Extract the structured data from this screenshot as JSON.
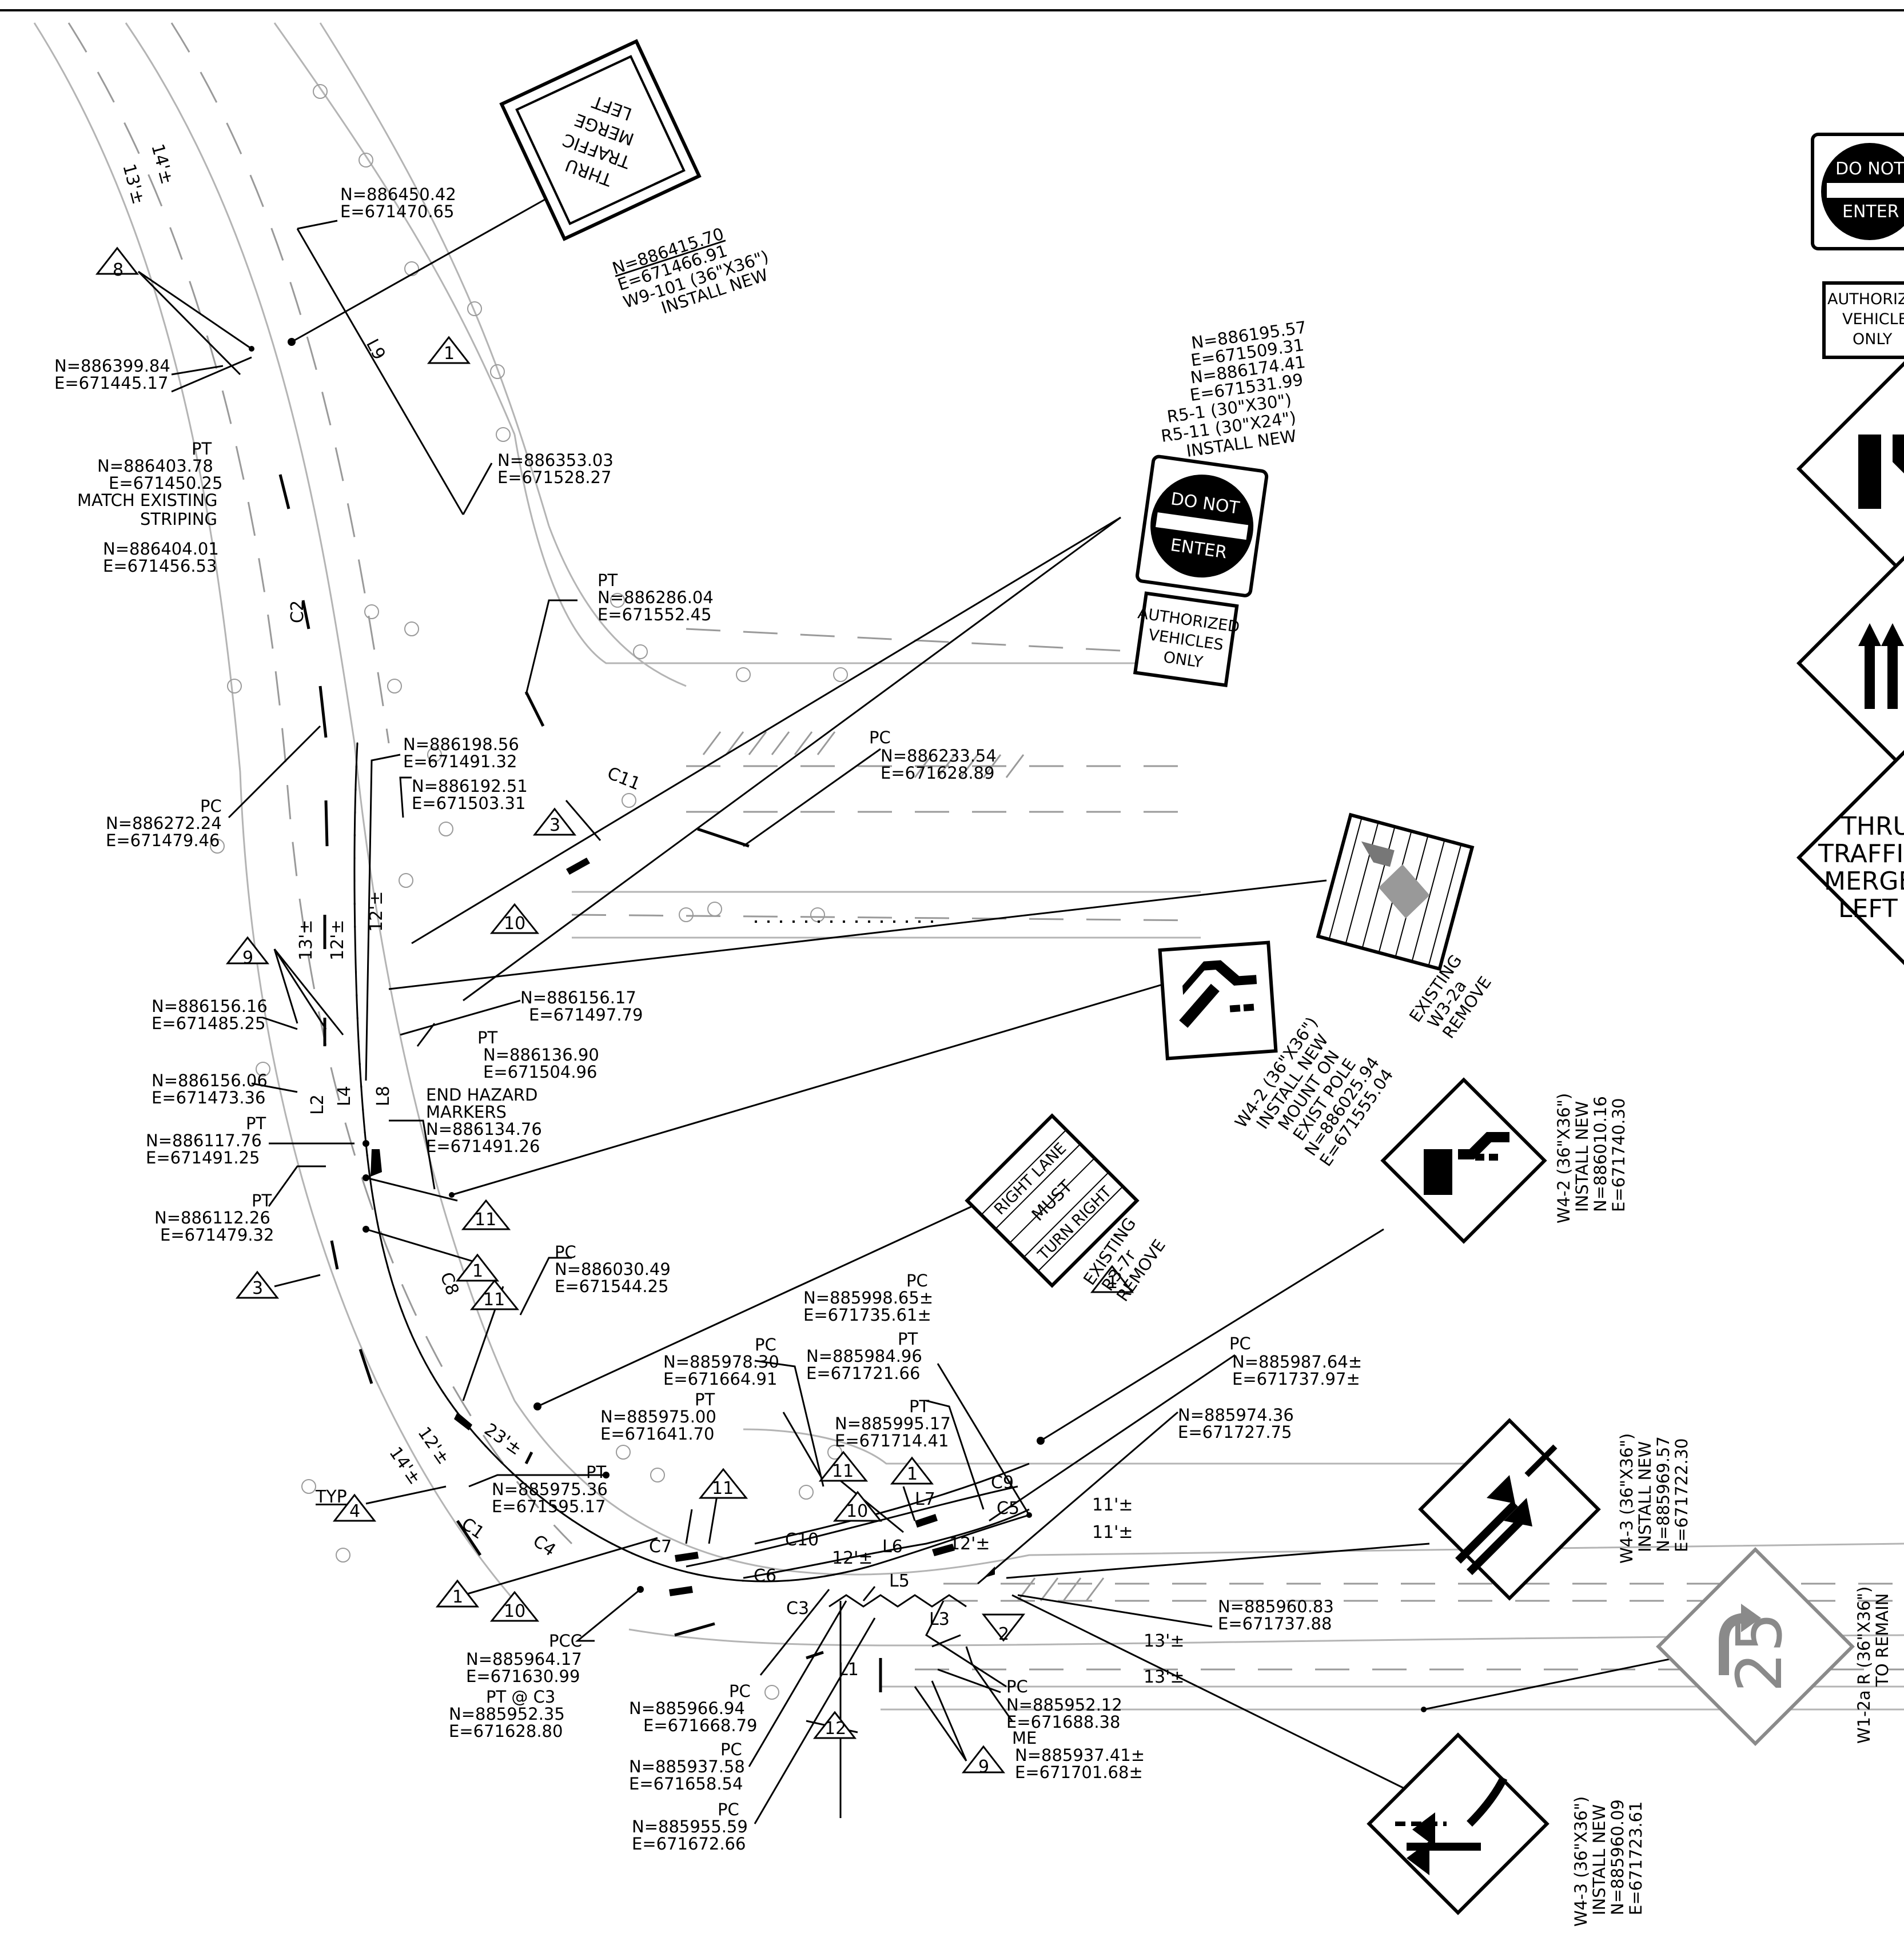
{
  "coords": {
    "c01": [
      "N=886450.42",
      "E=671470.65"
    ],
    "c02": [
      "N=886415.70",
      "E=671466.91",
      "W9-101 (36\"X36\")",
      "INSTALL NEW"
    ],
    "c03": [
      "N=886399.84",
      "E=671445.17"
    ],
    "c04": [
      "PT",
      "N=886403.78",
      "E=671450.25",
      "MATCH EXISTING",
      "STRIPING"
    ],
    "c05": [
      "N=886404.01",
      "E=671456.53"
    ],
    "c06": [
      "N=886353.03",
      "E=671528.27"
    ],
    "c07": [
      "N=886195.57",
      "E=671509.31",
      "N=886174.41",
      "E=671531.99",
      "R5-1 (30\"X30\")",
      "R5-11 (30\"X24\")",
      "INSTALL NEW"
    ],
    "c08": [
      "PT",
      "N=886286.04",
      "E=671552.45"
    ],
    "c09": [
      "N=886198.56",
      "E=671491.32"
    ],
    "c10": [
      "N=886192.51",
      "E=671503.31"
    ],
    "c11": [
      "PC",
      "N=886233.54",
      "E=671628.89"
    ],
    "c12": [
      "PC",
      "N=886272.24",
      "E=671479.46"
    ],
    "c13": [
      "N=886156.16",
      "E=671485.25"
    ],
    "c14": [
      "N=886156.17",
      "E=671497.79"
    ],
    "c15": [
      "PT",
      "N=886136.90",
      "E=671504.96"
    ],
    "c16": [
      "N=886156.06",
      "E=671473.36"
    ],
    "c17": [
      "END HAZARD",
      "MARKERS",
      "N=886134.76",
      "E=671491.26"
    ],
    "c18": [
      "PT",
      "N=886117.76",
      "E=671491.25"
    ],
    "c19": [
      "PT",
      "N=886112.26",
      "E=671479.32"
    ],
    "c20": [
      "PC",
      "N=886030.49",
      "E=671544.25"
    ],
    "c21": [
      "W4-2 (36\"X36\")",
      "INSTALL NEW",
      "MOUNT ON",
      "EXIST POLE",
      "N=886025.94",
      "E=671555.04"
    ],
    "c22": [
      "EXISTING",
      "W3-2a",
      "REMOVE"
    ],
    "c23": [
      "EXISTING",
      "R3-7r",
      "REMOVE"
    ],
    "c24": [
      "W4-2 (36\"X36\")",
      "INSTALL NEW",
      "N=886010.16",
      "E=671740.30"
    ],
    "c25": [
      "PC",
      "N=885998.65±",
      "E=671735.61±"
    ],
    "c26": [
      "PC",
      "N=885978.30",
      "E=671664.91"
    ],
    "c27": [
      "PT",
      "N=885984.96",
      "E=671721.66"
    ],
    "c28": [
      "PT",
      "N=885975.00",
      "E=671641.70"
    ],
    "c29": [
      "PT",
      "N=885995.17",
      "E=671714.41"
    ],
    "c30": [
      "PC",
      "N=885987.64±",
      "E=671737.97±"
    ],
    "c31": [
      "N=885974.36",
      "E=671727.75"
    ],
    "c32": [
      "PT",
      "N=885975.36",
      "E=671595.17"
    ],
    "c33": [
      "W4-3 (36\"X36\")",
      "INSTALL NEW",
      "N=885969.57",
      "E=671722.30"
    ],
    "c34": [
      "N=885960.83",
      "E=671737.88"
    ],
    "c35": [
      "PCC",
      "N=885964.17",
      "E=671630.99"
    ],
    "c36": [
      "PT @ C3",
      "N=885952.35",
      "E=671628.80"
    ],
    "c37": [
      "PC",
      "N=885966.94",
      "E=671668.79"
    ],
    "c38": [
      "PC",
      "N=885952.12",
      "E=671688.38"
    ],
    "c39": [
      "ME",
      "N=885937.41±",
      "E=671701.68±"
    ],
    "c40": [
      "PC",
      "N=885937.58",
      "E=671658.54"
    ],
    "c41": [
      "PC",
      "N=885955.59",
      "E=671672.66"
    ],
    "c42": [
      "W1-2a R (36\"X36\")",
      "TO REMAIN"
    ],
    "c43": [
      "W4-3 (36\"X36\")",
      "INSTALL NEW",
      "N=885960.09",
      "E=671723.61"
    ]
  },
  "tags": {
    "t1a": "1",
    "t1b": "1",
    "t1c": "1",
    "t1d": "1",
    "t1e": "1",
    "t2": "2",
    "t3a": "3",
    "t3b": "3",
    "t4": "4",
    "t8": "8",
    "t9a": "9",
    "t9b": "9",
    "t10a": "10",
    "t10b": "10",
    "t10c": "10",
    "t11a": "11",
    "t11b": "11",
    "t11c": "11",
    "t11d": "11",
    "t12": "12",
    "typ": "TYP"
  },
  "curves": {
    "L9": "L9",
    "C2": "C2",
    "C11": "C11",
    "L2": "L2",
    "L4": "L4",
    "L8": "L8",
    "C8": "C8",
    "C1": "C1",
    "C4": "C4",
    "C7": "C7",
    "C6": "C6",
    "C10": "C10",
    "C3": "C3",
    "L5": "L5",
    "L6": "L6",
    "L7": "L7",
    "C9": "C9",
    "C5": "C5",
    "L3": "L3",
    "L1": "L1"
  },
  "widths": {
    "w14a": "14'±",
    "w13a": "13'±",
    "w13b": "13'±",
    "w12a": "12'±",
    "w12b": "12'±",
    "w12c": "12'±",
    "w14b": "14'±",
    "w23": "23'±",
    "w12d": "12'±",
    "w12e": "12'±",
    "w11a": "11'±",
    "w11b": "11'±",
    "w13c": "13'±",
    "w13d": "13'±"
  },
  "signs": {
    "thru": [
      "THRU",
      "TRAFFIC",
      "MERGE",
      "LEFT"
    ],
    "do_not": "DO NOT",
    "enter": "ENTER",
    "auth": [
      "AUTHORIZED",
      "VEHICLES",
      "ONLY"
    ],
    "legend_auth": [
      "AUTHORIZED",
      "VEHICLES",
      "ONLY"
    ],
    "legend_thru": [
      "THRU",
      "TRAFFIC",
      "MERGE",
      "LEFT"
    ],
    "rlmtr": [
      "RIGHT LANE",
      "MUST",
      "TURN RIGHT"
    ],
    "speed": "25"
  }
}
